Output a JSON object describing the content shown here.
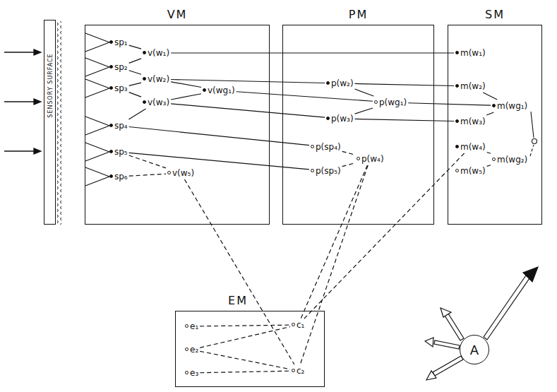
{
  "diagram": {
    "nodes": [
      {
        "text": [
          "SENSORY SURFACE"
        ]
      },
      {
        "text": [
          "VM"
        ]
      },
      {
        "text": [
          "sp₁"
        ],
        "in": 1
      },
      {
        "text": [
          "sp₂"
        ],
        "in": 1
      },
      {
        "text": [
          "sp₃"
        ],
        "in": 1
      },
      {
        "text": [
          "sp₄"
        ],
        "in": 1
      },
      {
        "text": [
          "sp₅"
        ],
        "in": 1
      },
      {
        "text": [
          "sp₆"
        ],
        "in": 1
      },
      {
        "text": [
          "v(w₁)"
        ],
        "in": 1
      },
      {
        "text": [
          "v(w₂)"
        ],
        "in": 1
      },
      {
        "text": [
          "v(w₃)"
        ],
        "in": 1
      },
      {
        "text": [
          "v(wg₁)"
        ],
        "in": 1
      },
      {
        "text": [
          "v(w₅)"
        ],
        "in": 1
      },
      {
        "text": [
          "PM"
        ]
      },
      {
        "text": [
          "p(w₂)"
        ],
        "in": 13
      },
      {
        "text": [
          "p(wg₁)"
        ],
        "in": 13
      },
      {
        "text": [
          "p(w₃)"
        ],
        "in": 13
      },
      {
        "text": [
          "p(sp₄)"
        ],
        "in": 13
      },
      {
        "text": [
          "p(w₄)"
        ],
        "in": 13
      },
      {
        "text": [
          "p(sp₅)"
        ],
        "in": 13
      },
      {
        "text": [
          "SM"
        ]
      },
      {
        "text": [
          "m(w₁)"
        ],
        "in": 20
      },
      {
        "text": [
          "m(w₂)"
        ],
        "in": 20
      },
      {
        "text": [
          "m(w₃)"
        ],
        "in": 20
      },
      {
        "text": [
          "m(wg₁)"
        ],
        "in": 20
      },
      {
        "text": [
          "m(w₄)"
        ],
        "in": 20
      },
      {
        "text": [
          "m(w₅)"
        ],
        "in": 20
      },
      {
        "text": [
          "m(wg₂)"
        ],
        "in": 20
      },
      {
        "text": [
          "EM"
        ]
      },
      {
        "text": [
          "e₁"
        ],
        "in": 28
      },
      {
        "text": [
          "e₂"
        ],
        "in": 28
      },
      {
        "text": [
          "e₃"
        ],
        "in": 28
      },
      {
        "text": [
          "c₁"
        ],
        "in": 28
      },
      {
        "text": [
          "c₂"
        ],
        "in": 28
      },
      {
        "text": [
          "A"
        ]
      }
    ],
    "edges": [
      {
        "from": 2,
        "to": 8,
        "arrow": "none"
      },
      {
        "from": 3,
        "to": 8,
        "arrow": "none"
      },
      {
        "from": 3,
        "to": 9,
        "arrow": "none"
      },
      {
        "from": 4,
        "to": 9,
        "arrow": "none"
      },
      {
        "from": 4,
        "to": 10,
        "arrow": "none"
      },
      {
        "from": 5,
        "to": 10,
        "arrow": "none"
      },
      {
        "from": 9,
        "to": 11,
        "arrow": "none"
      },
      {
        "from": 10,
        "to": 11,
        "arrow": "none"
      },
      {
        "from": 8,
        "to": 21,
        "arrow": "none"
      },
      {
        "from": 9,
        "to": 14,
        "arrow": "none"
      },
      {
        "from": 11,
        "to": 15,
        "arrow": "none"
      },
      {
        "from": 10,
        "to": 16,
        "arrow": "none"
      },
      {
        "from": 5,
        "to": 17,
        "arrow": "none"
      },
      {
        "from": 6,
        "to": 19,
        "arrow": "none"
      },
      {
        "from": 14,
        "to": 15,
        "arrow": "none"
      },
      {
        "from": 16,
        "to": 15,
        "arrow": "none"
      },
      {
        "from": 14,
        "to": 22,
        "arrow": "none"
      },
      {
        "from": 16,
        "to": 23,
        "arrow": "none"
      },
      {
        "from": 15,
        "to": 24,
        "arrow": "none"
      },
      {
        "from": 22,
        "to": 24,
        "arrow": "none"
      },
      {
        "from": 23,
        "to": 24,
        "arrow": "none"
      },
      {
        "from": 6,
        "to": 12,
        "arrow": "none"
      },
      {
        "from": 7,
        "to": 12,
        "arrow": "none"
      },
      {
        "from": 17,
        "to": 18,
        "arrow": "none"
      },
      {
        "from": 19,
        "to": 18,
        "arrow": "none"
      },
      {
        "from": 25,
        "to": 27,
        "arrow": "none"
      },
      {
        "from": 26,
        "to": 27,
        "arrow": "none"
      },
      {
        "from": 12,
        "to": 33,
        "arrow": "none"
      },
      {
        "from": 18,
        "to": 32,
        "arrow": "none"
      },
      {
        "from": 18,
        "to": 33,
        "arrow": "none"
      },
      {
        "from": 25,
        "to": 32,
        "arrow": "none"
      },
      {
        "from": 29,
        "to": 32,
        "arrow": "none"
      },
      {
        "from": 30,
        "to": 32,
        "arrow": "none"
      },
      {
        "from": 30,
        "to": 33,
        "arrow": "none"
      },
      {
        "from": 31,
        "to": 33,
        "arrow": "none"
      }
    ]
  }
}
